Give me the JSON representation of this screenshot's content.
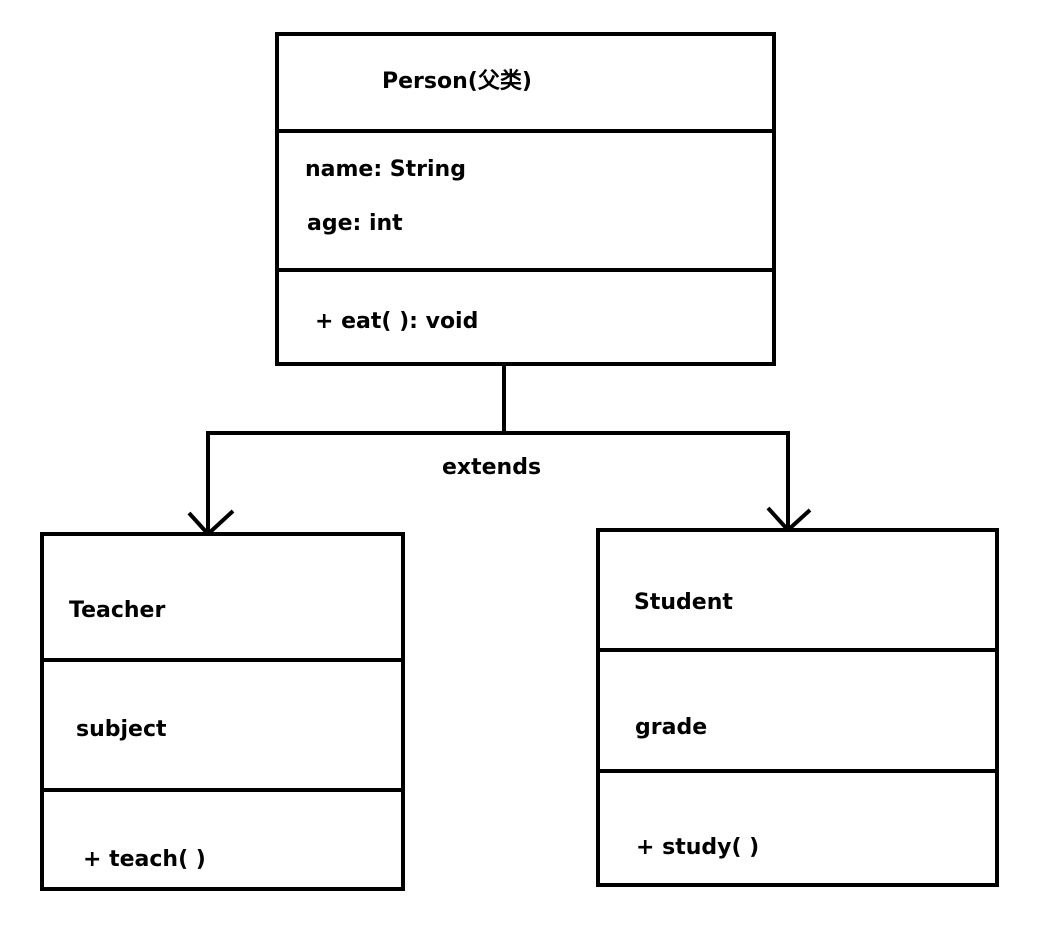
{
  "diagram": {
    "parent_class": {
      "name": "Person(父类)",
      "attributes": [
        "name: String",
        "age: int"
      ],
      "methods": [
        "+ eat( ): void"
      ]
    },
    "relationship_label": "extends",
    "child_classes": [
      {
        "name": "Teacher",
        "attributes": [
          "subject"
        ],
        "methods": [
          "+ teach( )"
        ]
      },
      {
        "name": "Student",
        "attributes": [
          "grade"
        ],
        "methods": [
          "+ study( )"
        ]
      }
    ]
  },
  "colors": {
    "stroke": "#000000",
    "background": "#ffffff"
  }
}
